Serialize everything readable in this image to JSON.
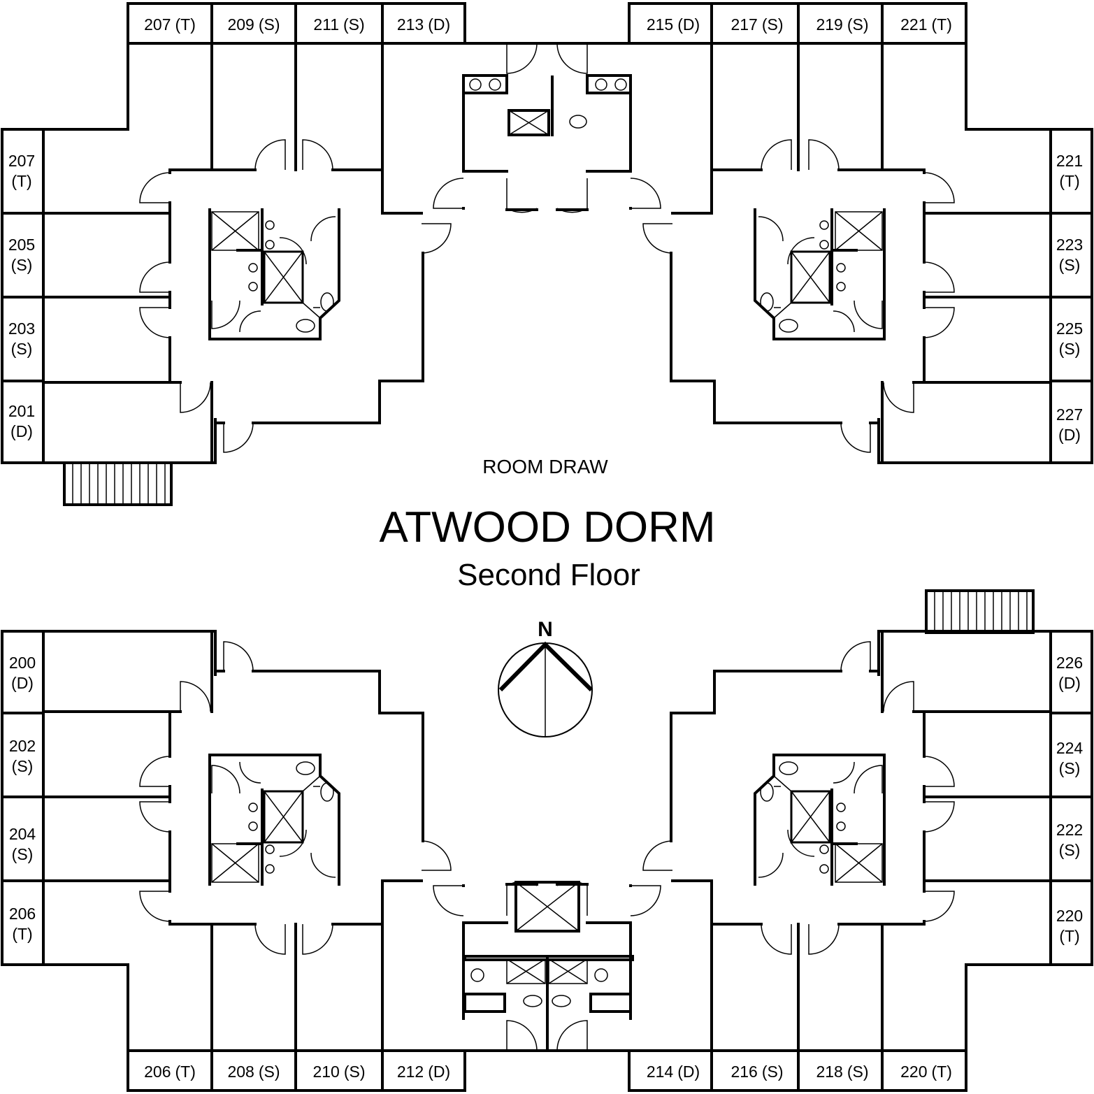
{
  "header": "ROOM DRAW",
  "title": "ATWOOD DORM",
  "subtitle": "Second Floor",
  "compass": "N",
  "rooms": {
    "top_left": [
      {
        "number": "207",
        "type": "(T)"
      },
      {
        "number": "209",
        "type": "(S)"
      },
      {
        "number": "211",
        "type": "(S)"
      },
      {
        "number": "213",
        "type": "(D)"
      }
    ],
    "top_right": [
      {
        "number": "215",
        "type": "(D)"
      },
      {
        "number": "217",
        "type": "(S)"
      },
      {
        "number": "219",
        "type": "(S)"
      },
      {
        "number": "221",
        "type": "(T)"
      }
    ],
    "left_upper": [
      {
        "number": "207",
        "type": "(T)"
      },
      {
        "number": "205",
        "type": "(S)"
      },
      {
        "number": "203",
        "type": "(S)"
      },
      {
        "number": "201",
        "type": "(D)"
      }
    ],
    "right_upper": [
      {
        "number": "221",
        "type": "(T)"
      },
      {
        "number": "223",
        "type": "(S)"
      },
      {
        "number": "225",
        "type": "(S)"
      },
      {
        "number": "227",
        "type": "(D)"
      }
    ],
    "left_lower": [
      {
        "number": "200",
        "type": "(D)"
      },
      {
        "number": "202",
        "type": "(S)"
      },
      {
        "number": "204",
        "type": "(S)"
      },
      {
        "number": "206",
        "type": "(T)"
      }
    ],
    "right_lower": [
      {
        "number": "226",
        "type": "(D)"
      },
      {
        "number": "224",
        "type": "(S)"
      },
      {
        "number": "222",
        "type": "(S)"
      },
      {
        "number": "220",
        "type": "(T)"
      }
    ],
    "bottom_left": [
      {
        "number": "206",
        "type": "(T)"
      },
      {
        "number": "208",
        "type": "(S)"
      },
      {
        "number": "210",
        "type": "(S)"
      },
      {
        "number": "212",
        "type": "(D)"
      }
    ],
    "bottom_right": [
      {
        "number": "214",
        "type": "(D)"
      },
      {
        "number": "216",
        "type": "(S)"
      },
      {
        "number": "218",
        "type": "(S)"
      },
      {
        "number": "220",
        "type": "(T)"
      }
    ]
  }
}
